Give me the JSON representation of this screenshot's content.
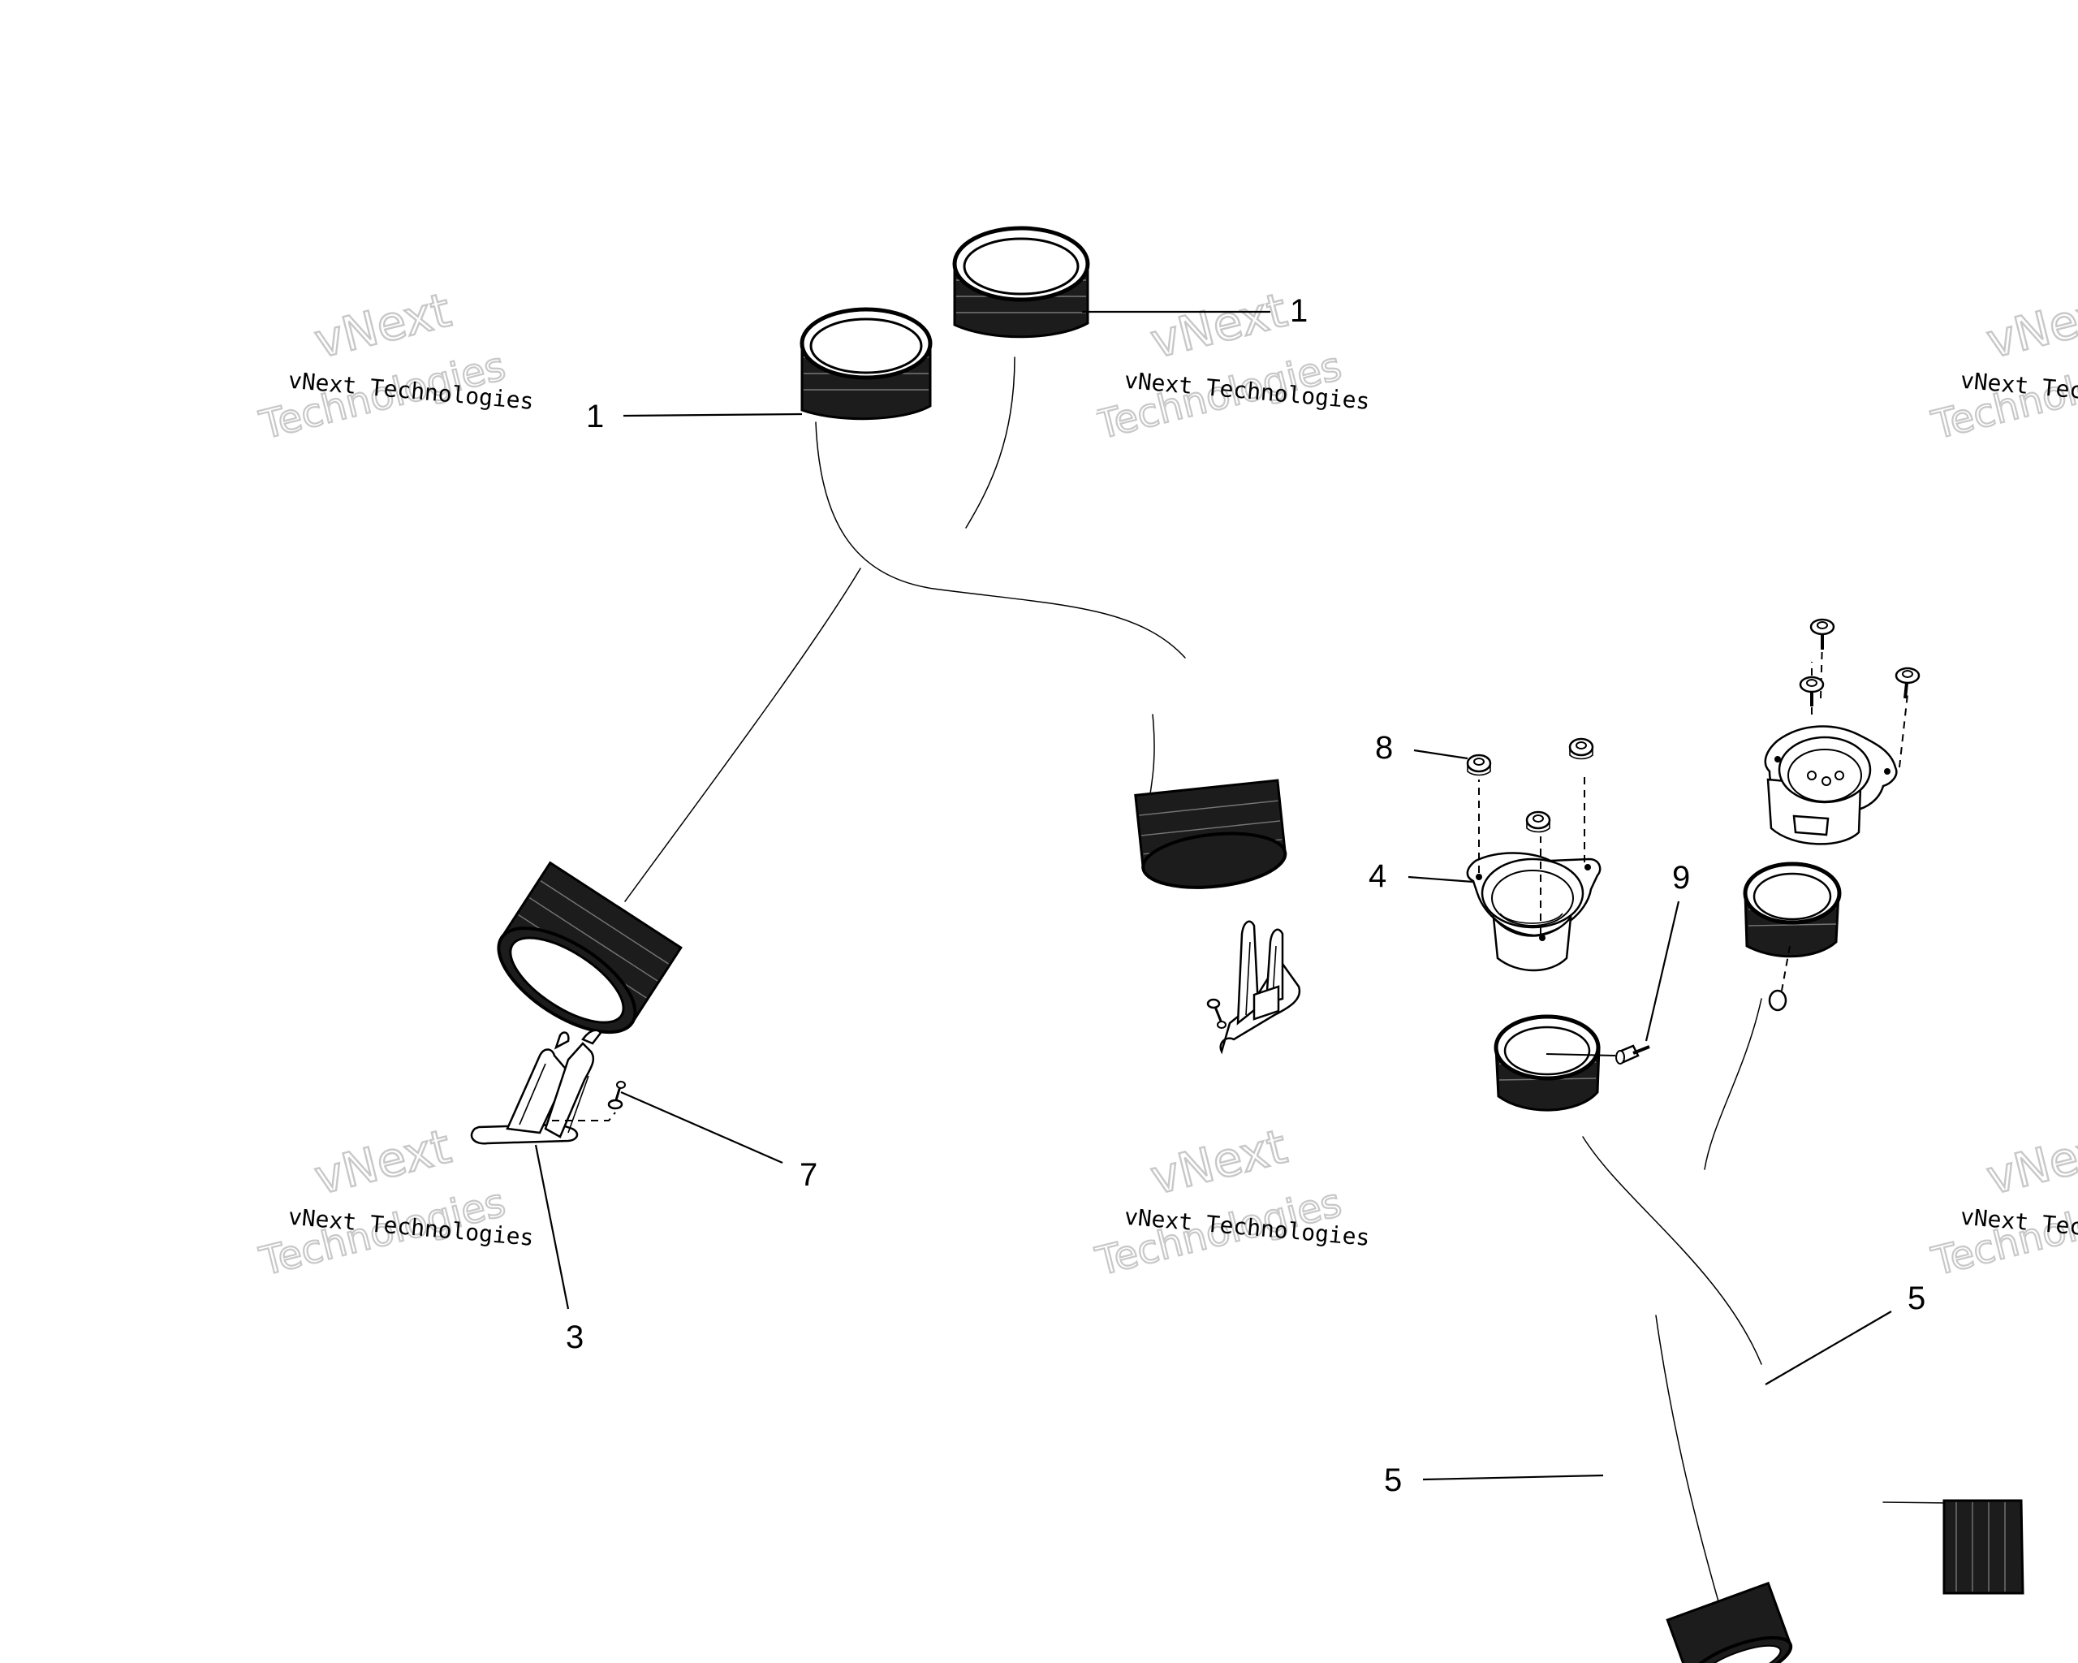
{
  "watermark": {
    "line1": "vNext Technologies",
    "line2": "vNext",
    "line3": "Technologies"
  },
  "callouts": [
    {
      "id": "1a",
      "label": "1"
    },
    {
      "id": "1b",
      "label": "1"
    },
    {
      "id": "3",
      "label": "3"
    },
    {
      "id": "4",
      "label": "4"
    },
    {
      "id": "5a",
      "label": "5"
    },
    {
      "id": "5b",
      "label": "5"
    },
    {
      "id": "7",
      "label": "7"
    },
    {
      "id": "8",
      "label": "8"
    },
    {
      "id": "9",
      "label": "9"
    }
  ],
  "colors": {
    "line": "#000000",
    "watermark_outline": "#c8c8c8",
    "background": "#ffffff"
  }
}
